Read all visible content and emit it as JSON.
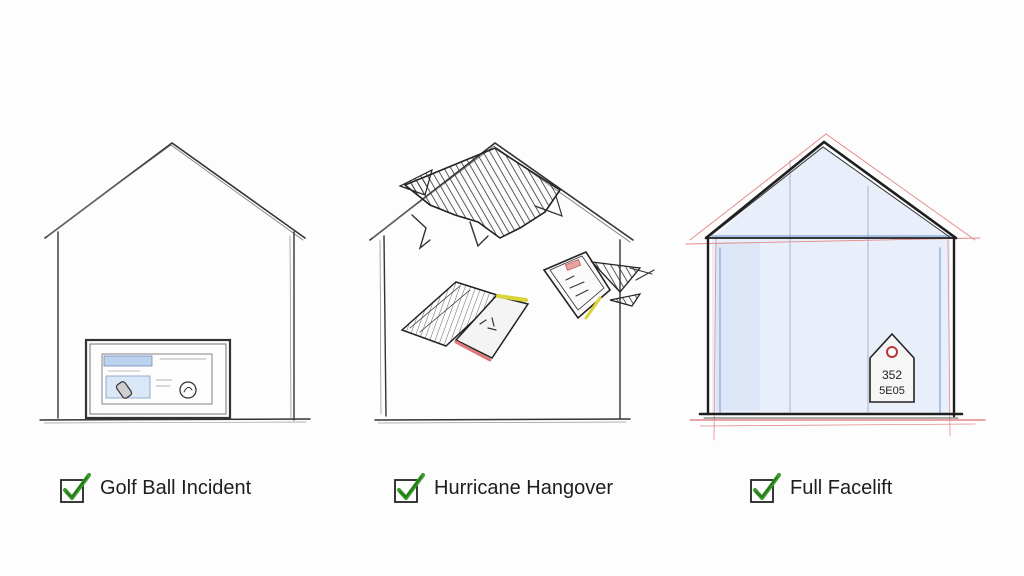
{
  "panels": [
    {
      "caption": "Golf Ball Incident"
    },
    {
      "caption": "Hurricane Hangover"
    },
    {
      "caption": "Full Facelift"
    }
  ],
  "price_tag_text": [
    "352",
    "5E05"
  ],
  "icons": {
    "check": "checkbox-check-icon"
  },
  "colors": {
    "ink": "#2a2a2a",
    "check_green": "#3a9a2a",
    "blue_wash": "#8fb0e0",
    "red_wash": "#e58a8a",
    "yellow_wash": "#e6e04a"
  }
}
